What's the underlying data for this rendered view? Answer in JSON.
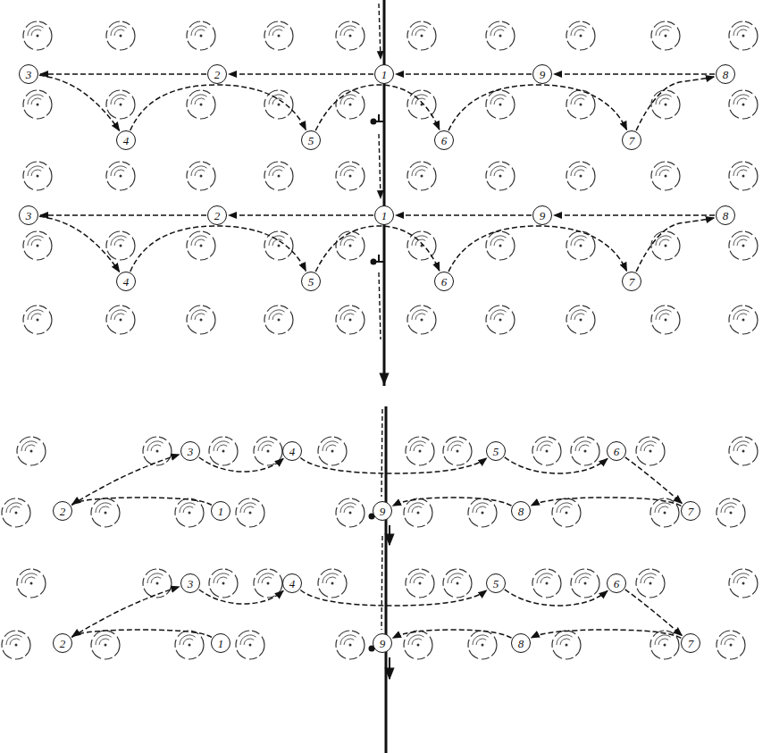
{
  "diagram": {
    "nodes": [
      {
        "text": [
          "1"
        ]
      },
      {
        "text": [
          "2"
        ]
      },
      {
        "text": [
          "3"
        ]
      },
      {
        "text": [
          "4"
        ]
      },
      {
        "text": [
          "5"
        ]
      },
      {
        "text": [
          "6"
        ]
      },
      {
        "text": [
          "7"
        ]
      },
      {
        "text": [
          "8"
        ]
      },
      {
        "text": [
          "9"
        ]
      },
      {
        "text": [
          "1"
        ]
      },
      {
        "text": [
          "2"
        ]
      },
      {
        "text": [
          "3"
        ]
      },
      {
        "text": [
          "4"
        ]
      },
      {
        "text": [
          "5"
        ]
      },
      {
        "text": [
          "6"
        ]
      },
      {
        "text": [
          "7"
        ]
      },
      {
        "text": [
          "8"
        ]
      },
      {
        "text": [
          "9"
        ]
      },
      {
        "text": [
          "1"
        ]
      },
      {
        "text": [
          "2"
        ]
      },
      {
        "text": [
          "3"
        ]
      },
      {
        "text": [
          "4"
        ]
      },
      {
        "text": [
          "5"
        ]
      },
      {
        "text": [
          "6"
        ]
      },
      {
        "text": [
          "7"
        ]
      },
      {
        "text": [
          "8"
        ]
      },
      {
        "text": [
          "9"
        ]
      },
      {
        "text": [
          "1"
        ]
      },
      {
        "text": [
          "2"
        ]
      },
      {
        "text": [
          "3"
        ]
      },
      {
        "text": [
          "4"
        ]
      },
      {
        "text": [
          "5"
        ]
      },
      {
        "text": [
          "6"
        ]
      },
      {
        "text": [
          "7"
        ]
      },
      {
        "text": [
          "8"
        ]
      },
      {
        "text": [
          "9"
        ]
      }
    ],
    "edges": [
      {
        "from": 0,
        "to": 1,
        "arrow": "to"
      },
      {
        "from": 1,
        "to": 2,
        "arrow": "to"
      },
      {
        "from": 2,
        "to": 3,
        "arrow": "to"
      },
      {
        "from": 3,
        "to": 4,
        "arrow": "to"
      },
      {
        "from": 4,
        "to": 5,
        "arrow": "to"
      },
      {
        "from": 5,
        "to": 6,
        "arrow": "to"
      },
      {
        "from": 6,
        "to": 7,
        "arrow": "to"
      },
      {
        "from": 7,
        "to": 8,
        "arrow": "to"
      },
      {
        "from": 8,
        "to": 0,
        "arrow": "to"
      },
      {
        "from": 9,
        "to": 10,
        "arrow": "to"
      },
      {
        "from": 10,
        "to": 11,
        "arrow": "to"
      },
      {
        "from": 11,
        "to": 12,
        "arrow": "to"
      },
      {
        "from": 12,
        "to": 13,
        "arrow": "to"
      },
      {
        "from": 13,
        "to": 14,
        "arrow": "to"
      },
      {
        "from": 14,
        "to": 15,
        "arrow": "to"
      },
      {
        "from": 15,
        "to": 16,
        "arrow": "to"
      },
      {
        "from": 16,
        "to": 17,
        "arrow": "to"
      },
      {
        "from": 17,
        "to": 9,
        "arrow": "to"
      },
      {
        "from": 18,
        "to": 19,
        "arrow": "to"
      },
      {
        "from": 19,
        "to": 20,
        "arrow": "to"
      },
      {
        "from": 20,
        "to": 21,
        "arrow": "to"
      },
      {
        "from": 21,
        "to": 22,
        "arrow": "to"
      },
      {
        "from": 22,
        "to": 23,
        "arrow": "to"
      },
      {
        "from": 23,
        "to": 24,
        "arrow": "to"
      },
      {
        "from": 24,
        "to": 25,
        "arrow": "to"
      },
      {
        "from": 25,
        "to": 26,
        "arrow": "to"
      },
      {
        "from": 27,
        "to": 28,
        "arrow": "to"
      },
      {
        "from": 28,
        "to": 29,
        "arrow": "to"
      },
      {
        "from": 29,
        "to": 30,
        "arrow": "to"
      },
      {
        "from": 30,
        "to": 31,
        "arrow": "to"
      },
      {
        "from": 31,
        "to": 32,
        "arrow": "to"
      },
      {
        "from": 32,
        "to": 33,
        "arrow": "to"
      },
      {
        "from": 33,
        "to": 34,
        "arrow": "to"
      },
      {
        "from": 34,
        "to": 35,
        "arrow": "to"
      }
    ]
  }
}
